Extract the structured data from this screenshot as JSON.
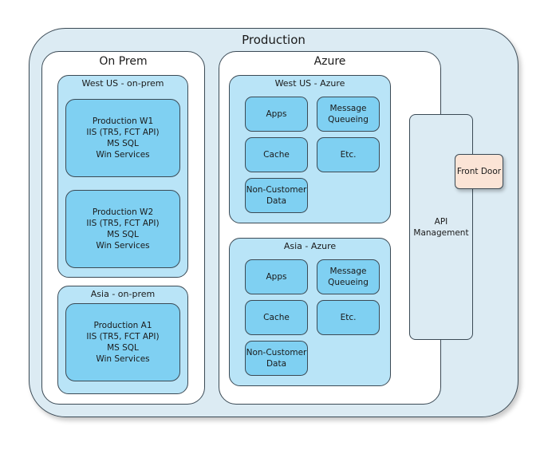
{
  "production": {
    "title": "Production",
    "on_prem": {
      "title": "On Prem",
      "west_us": {
        "title": "West US - on-prem",
        "servers": [
          {
            "label": "Production W1\nIIS (TR5, FCT API)\nMS SQL\nWin Services"
          },
          {
            "label": "Production W2\nIIS (TR5, FCT API)\nMS SQL\nWin Services"
          }
        ]
      },
      "asia": {
        "title": "Asia - on-prem",
        "servers": [
          {
            "label": "Production A1\nIIS (TR5, FCT API)\nMS SQL\nWin Services"
          }
        ]
      }
    },
    "azure": {
      "title": "Azure",
      "west_us": {
        "title": "West US - Azure",
        "items": [
          "Apps",
          "Message\nQueueing",
          "Cache",
          "Etc.",
          "Non-Customer\nData"
        ]
      },
      "asia": {
        "title": "Asia - Azure",
        "items": [
          "Apps",
          "Message\nQueueing",
          "Cache",
          "Etc.",
          "Non-Customer\nData"
        ]
      }
    },
    "api_management": {
      "label": "API\nManagement"
    },
    "front_door": {
      "label": "Front Door"
    }
  },
  "colors": {
    "production_bg": "#dcebf3",
    "region_bg": "#b9e4f7",
    "node_bg": "#7fd0f2",
    "front_door_bg": "#fbe4d6",
    "border": "#3b4a55"
  }
}
